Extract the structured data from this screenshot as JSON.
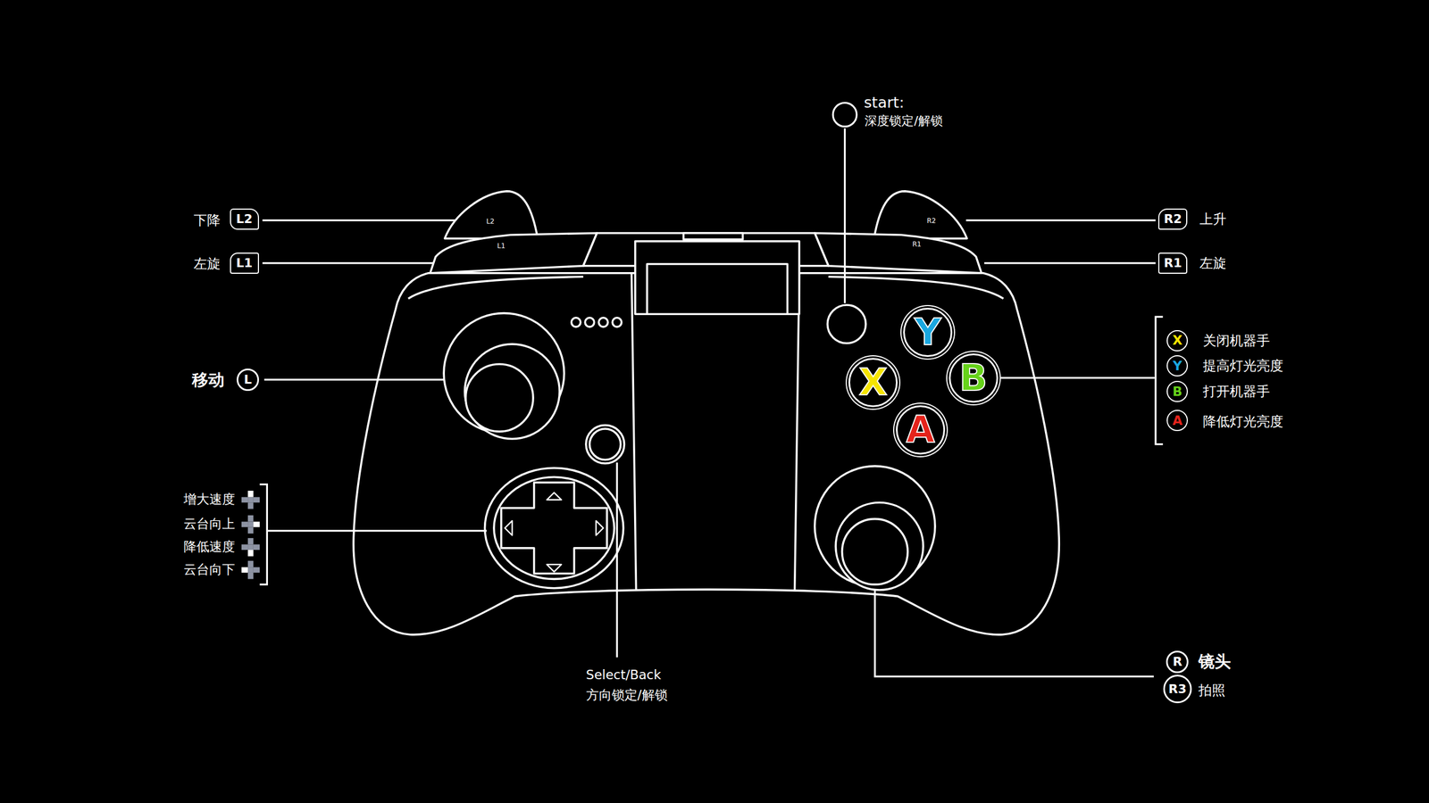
{
  "diagram": {
    "nodes": [
      {
        "text": [
          "L2"
        ]
      },
      {
        "text": [
          "R2"
        ]
      },
      {
        "text": [
          "L1"
        ]
      },
      {
        "text": [
          "R1"
        ]
      },
      {
        "text": [
          "Y"
        ]
      },
      {
        "text": [
          "X"
        ]
      },
      {
        "text": [
          "Y"
        ]
      },
      {
        "text": [
          "L"
        ]
      },
      {
        "text": [
          "X"
        ]
      },
      {
        "text": [
          "B"
        ]
      },
      {
        "text": [
          "B"
        ]
      },
      {
        "text": [
          "A"
        ]
      },
      {
        "text": [
          "A"
        ]
      },
      {
        "text": [
          "R"
        ]
      },
      {
        "text": [
          "R3"
        ]
      }
    ],
    "labels": [
      "start:",
      "深度锁定/解锁",
      "下降",
      "左旋",
      "上升",
      "左旋",
      "L2",
      "L1",
      "R2",
      "R1",
      "关闭机器手",
      "提高灯光亮度",
      "移动",
      "打开机器手",
      "降低灯光亮度",
      "增大速度",
      "云台向上",
      "降低速度",
      "云台向下",
      "Select/Back",
      "方向锁定/解锁",
      "镜头",
      "拍照"
    ]
  }
}
